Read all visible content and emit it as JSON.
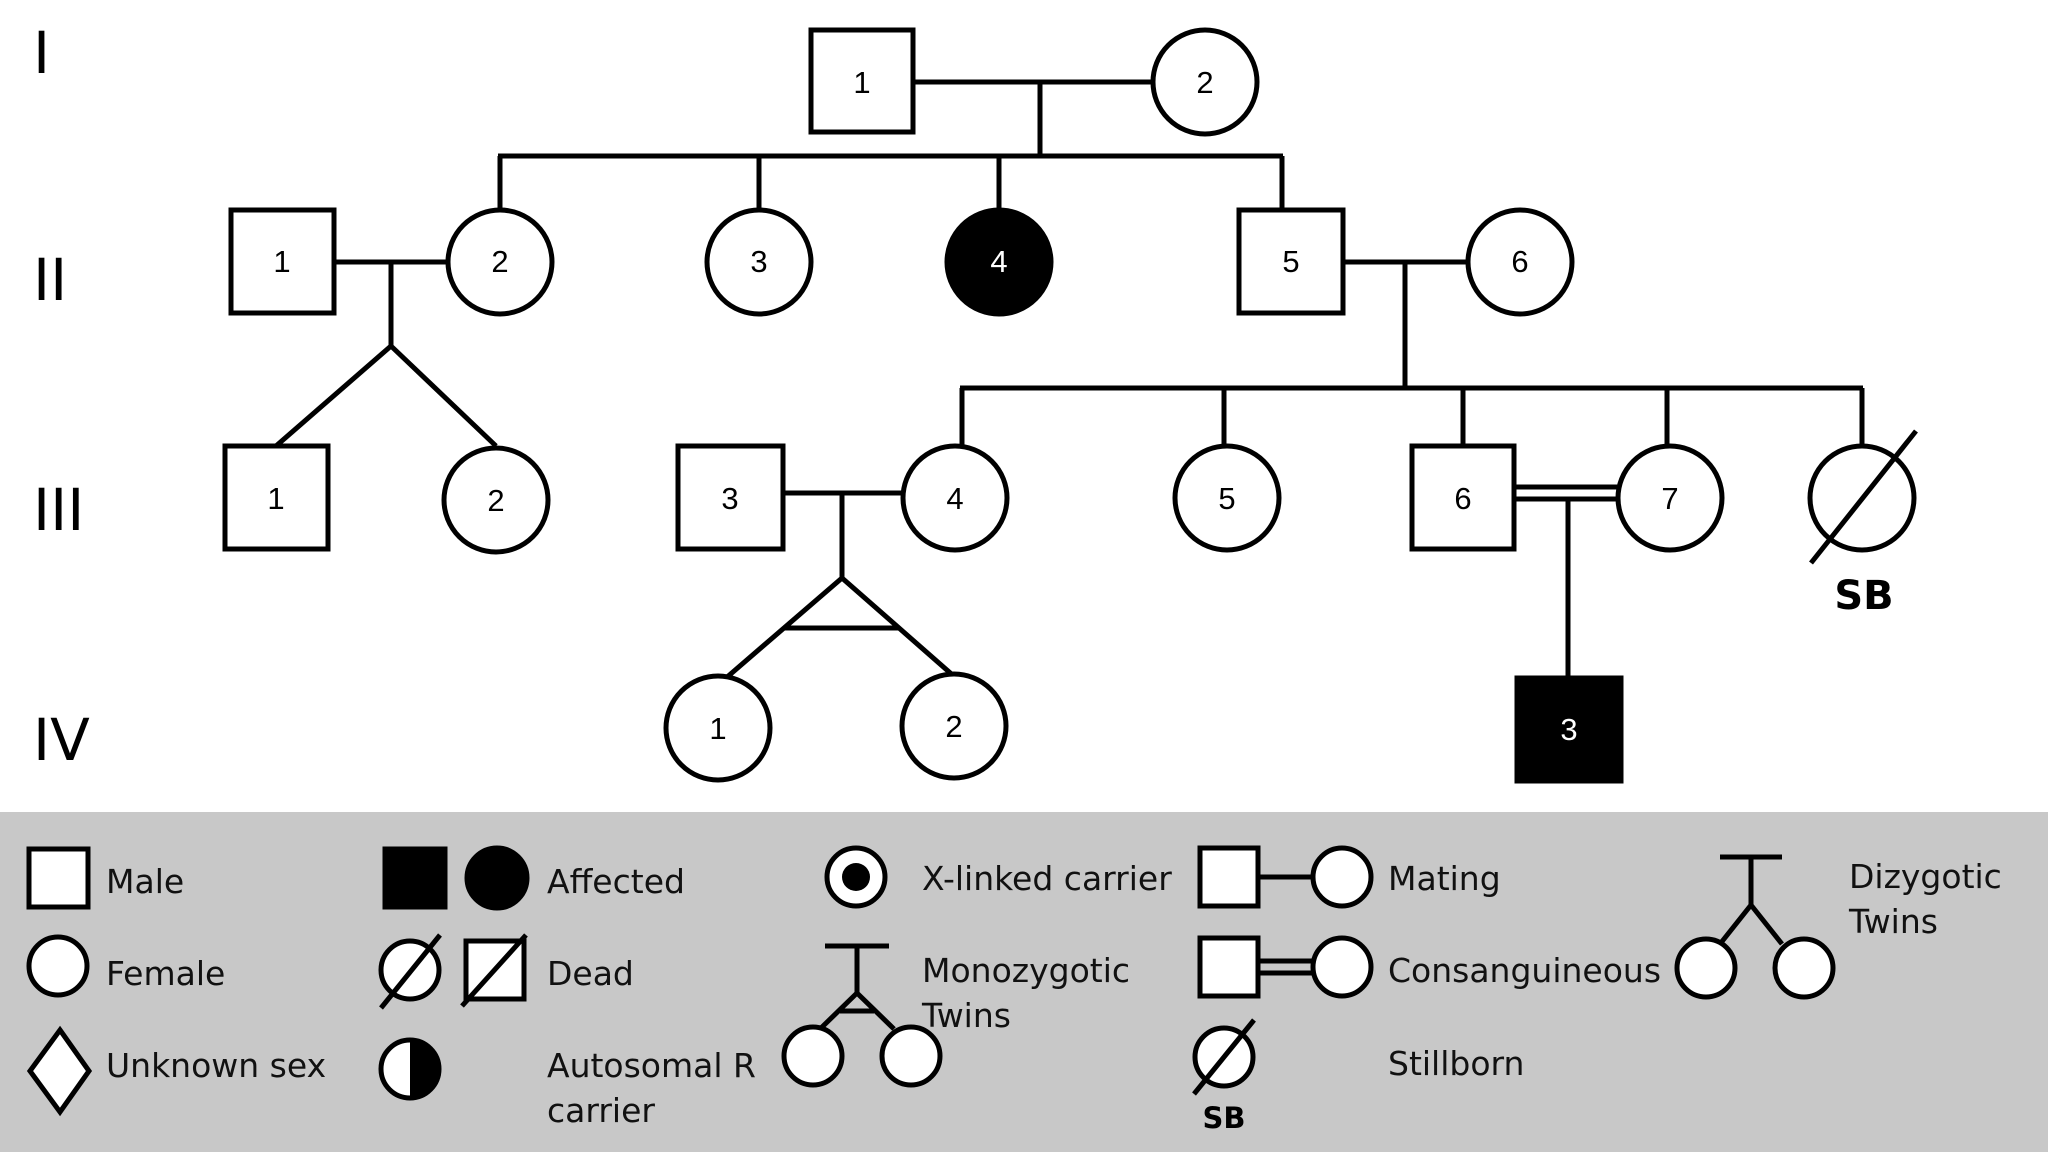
{
  "generations": [
    "I",
    "II",
    "III",
    "IV"
  ],
  "individuals": {
    "I-1": "1",
    "I-2": "2",
    "II-1": "1",
    "II-2": "2",
    "II-3": "3",
    "II-4": "4",
    "II-5": "5",
    "II-6": "6",
    "III-1": "1",
    "III-2": "2",
    "III-3": "3",
    "III-4": "4",
    "III-5": "5",
    "III-6": "6",
    "III-7": "7",
    "IV-1": "1",
    "IV-2": "2",
    "IV-3": "3"
  },
  "stillborn_label": "SB",
  "legend": {
    "male": "Male",
    "female": "Female",
    "unknown_sex": "Unknown sex",
    "affected": "Affected",
    "dead": "Dead",
    "autosomal_carrier_line1": "Autosomal R",
    "autosomal_carrier_line2": "carrier",
    "x_linked_carrier": "X-linked carrier",
    "monozygotic_line1": "Monozygotic",
    "monozygotic_line2": "Twins",
    "mating": "Mating",
    "consanguineous": "Consanguineous",
    "stillborn": "Stillborn",
    "stillborn_symbol_label": "SB",
    "dizygotic_line1": "Dizygotic",
    "dizygotic_line2": "Twins"
  },
  "colors": {
    "legend_background": "#c8c8c8",
    "affected": "#000000",
    "stroke": "#000000"
  }
}
